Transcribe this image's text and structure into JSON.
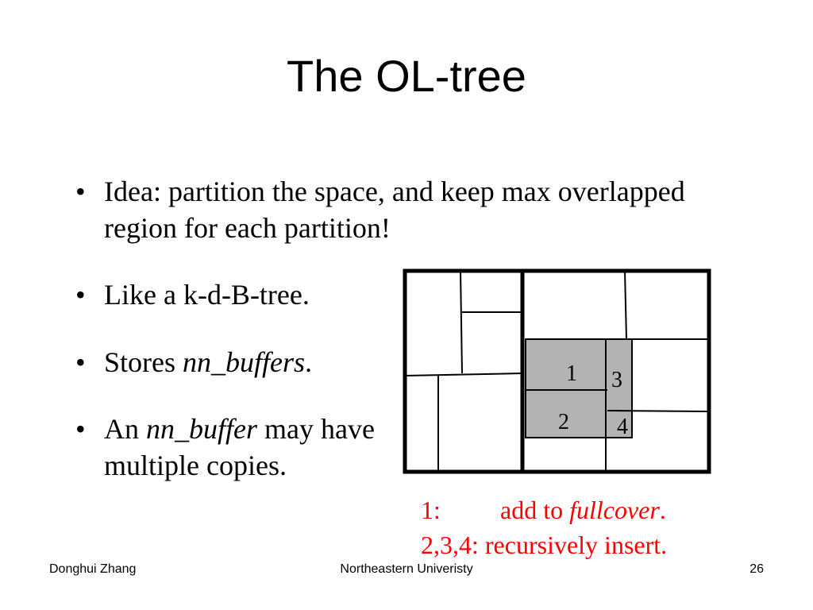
{
  "slide": {
    "title": "The OL-tree",
    "bullets": [
      {
        "prefix": "Idea: partition the space, and keep max overlapped region for each partition!"
      },
      {
        "prefix": "Like a k-d-B-tree."
      },
      {
        "prefix": "Stores ",
        "italic": "nn_buffers",
        "suffix": "."
      },
      {
        "prefix": "An ",
        "italic": "nn_buffer",
        "suffix": " may have multiple copies."
      }
    ],
    "bullet_glyph": "•",
    "diagram": {
      "region_labels": [
        "1",
        "2",
        "3",
        "4"
      ],
      "fill_color": "#b3b3b3"
    },
    "caption": {
      "line1_label": "1:",
      "line1_text": "add to ",
      "line1_italic": "fullcover",
      "line1_suffix": ".",
      "line2": "2,3,4: recursively insert.",
      "color": "#ff0000"
    },
    "footer": {
      "author": "Donghui Zhang",
      "institution": "Northeastern Univeristy",
      "page": "26"
    }
  }
}
